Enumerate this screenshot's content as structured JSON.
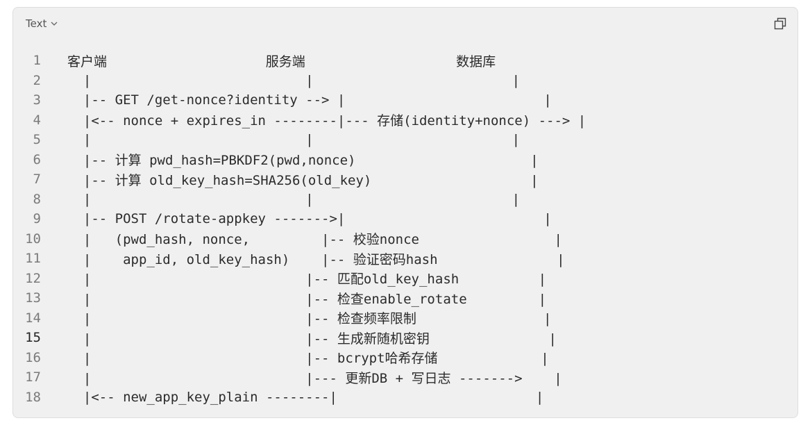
{
  "toolbar": {
    "language_label": "Text",
    "language_dropdown_icon": "chevron-down-icon",
    "copy_icon": "copy-icon"
  },
  "editor": {
    "active_line": 15,
    "lines": [
      {
        "number": "1",
        "text": "客户端                    服务端                   数据库"
      },
      {
        "number": "2",
        "text": "  |                           |                         |"
      },
      {
        "number": "3",
        "text": "  |-- GET /get-nonce?identity --> |                         |"
      },
      {
        "number": "4",
        "text": "  |<-- nonce + expires_in --------|--- 存储(identity+nonce) ---> |"
      },
      {
        "number": "5",
        "text": "  |                           |                         |"
      },
      {
        "number": "6",
        "text": "  |-- 计算 pwd_hash=PBKDF2(pwd,nonce)                      |"
      },
      {
        "number": "7",
        "text": "  |-- 计算 old_key_hash=SHA256(old_key)                    |"
      },
      {
        "number": "8",
        "text": "  |                           |                         |"
      },
      {
        "number": "9",
        "text": "  |-- POST /rotate-appkey ------->|                         |"
      },
      {
        "number": "10",
        "text": "  |   (pwd_hash, nonce,         |-- 校验nonce                 |"
      },
      {
        "number": "11",
        "text": "  |    app_id, old_key_hash)    |-- 验证密码hash               |"
      },
      {
        "number": "12",
        "text": "  |                           |-- 匹配old_key_hash          |"
      },
      {
        "number": "13",
        "text": "  |                           |-- 检查enable_rotate         |"
      },
      {
        "number": "14",
        "text": "  |                           |-- 检查频率限制                |"
      },
      {
        "number": "15",
        "text": "  |                           |-- 生成新随机密钥               |"
      },
      {
        "number": "16",
        "text": "  |                           |-- bcrypt哈希存储             |"
      },
      {
        "number": "17",
        "text": "  |                           |--- 更新DB + 写日志 ------->    |"
      },
      {
        "number": "18",
        "text": "  |<-- new_app_key_plain --------|                         |"
      }
    ]
  }
}
